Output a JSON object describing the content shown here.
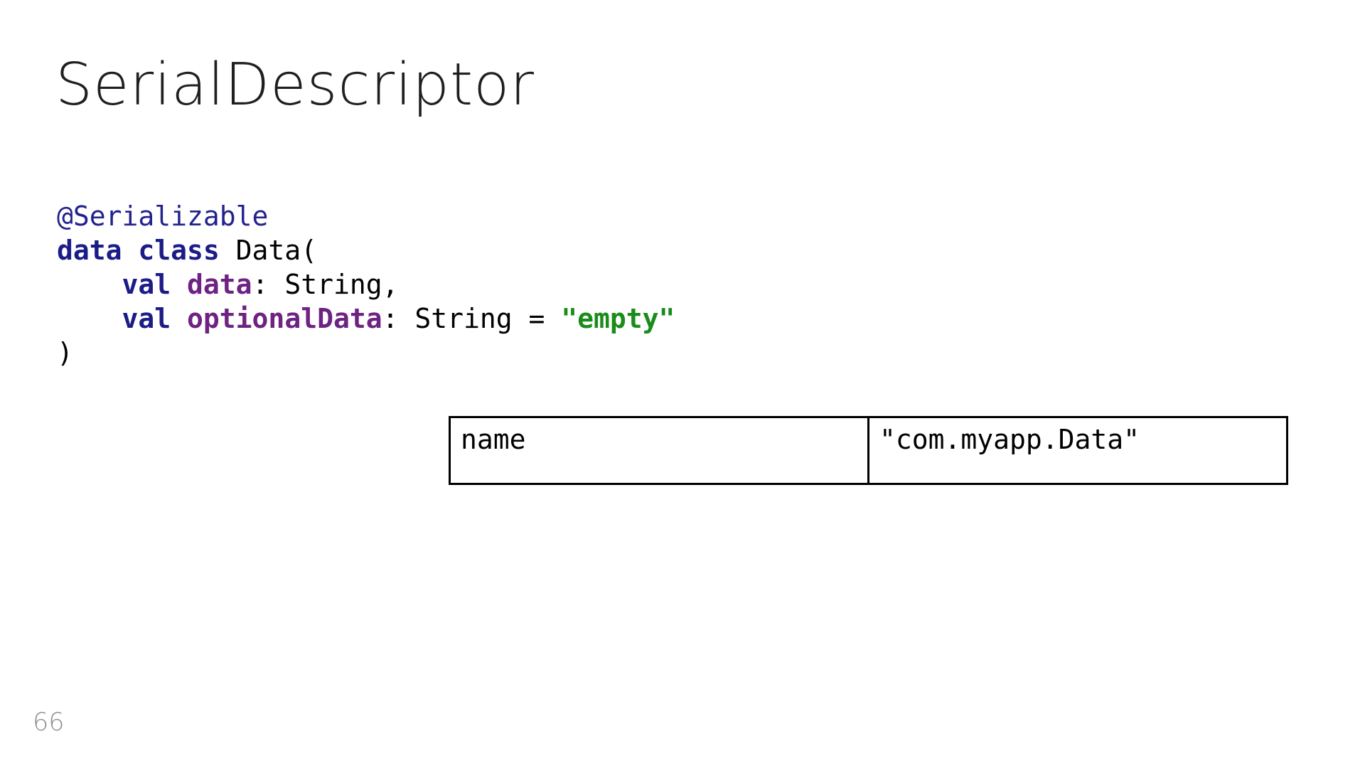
{
  "slide": {
    "title": "SerialDescriptor",
    "page_number": "66"
  },
  "code": {
    "language": "kotlin",
    "lines": [
      [
        {
          "t": "@Serializable",
          "c": "ann"
        }
      ],
      [
        {
          "t": "data class",
          "c": "kw"
        },
        {
          "t": " Data(",
          "c": "plain"
        }
      ],
      [
        {
          "t": "    ",
          "c": "plain"
        },
        {
          "t": "val",
          "c": "kw"
        },
        {
          "t": " ",
          "c": "plain"
        },
        {
          "t": "data",
          "c": "prop"
        },
        {
          "t": ": String,",
          "c": "plain"
        }
      ],
      [
        {
          "t": "    ",
          "c": "plain"
        },
        {
          "t": "val",
          "c": "kw"
        },
        {
          "t": " ",
          "c": "plain"
        },
        {
          "t": "optionalData",
          "c": "prop"
        },
        {
          "t": ": String = ",
          "c": "plain"
        },
        {
          "t": "\"empty\"",
          "c": "str"
        }
      ],
      [
        {
          "t": ")",
          "c": "plain"
        }
      ]
    ]
  },
  "table": {
    "rows": [
      {
        "key": "name",
        "value": "\"com.myapp.Data\""
      }
    ]
  },
  "colors": {
    "kw": "#1C1C87",
    "ann": "#22228E",
    "prop": "#6E2282",
    "str": "#1A8C1A",
    "plain": "#000000",
    "title": "#1F1F1F",
    "pagenum": "#8E8E8E",
    "border": "#000000",
    "bg": "#FFFFFF"
  }
}
